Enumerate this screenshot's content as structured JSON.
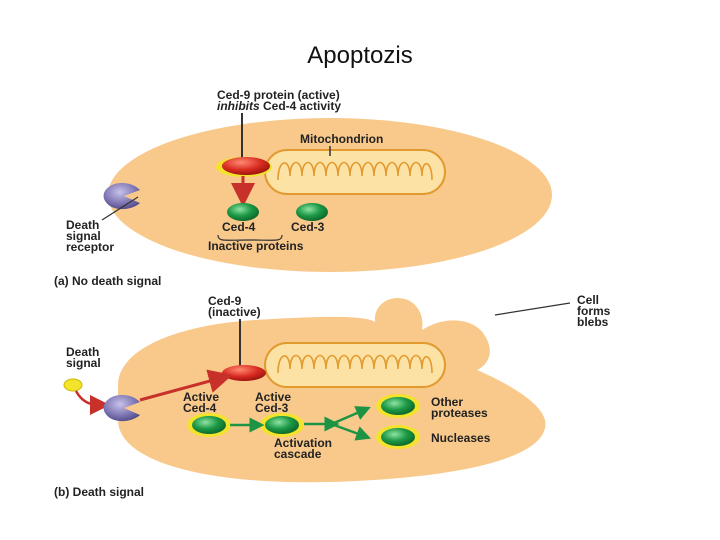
{
  "slide": {
    "title": "Apoptozis"
  },
  "panel_a": {
    "caption": "(a) No death signal",
    "ced9_line1": "Ced-9 protein (active)",
    "ced9_line2_italic": "inhibits",
    "ced9_line2_rest": " Ced-4 activity",
    "mitochondrion": "Mitochondrion",
    "receptor_line1": "Death",
    "receptor_line2": "signal",
    "receptor_line3": "receptor",
    "ced4": "Ced-4",
    "ced3": "Ced-3",
    "inactive": "Inactive proteins"
  },
  "panel_b": {
    "caption": "(b) Death signal",
    "ced9_line1": "Ced-9",
    "ced9_line2": "(inactive)",
    "blebs_line1": "Cell",
    "blebs_line2": "forms",
    "blebs_line3": "blebs",
    "signal_line1": "Death",
    "signal_line2": "signal",
    "active_ced4_line1": "Active",
    "active_ced4_line2": "Ced-4",
    "active_ced3_line1": "Active",
    "active_ced3_line2": "Ced-3",
    "cascade_line1": "Activation",
    "cascade_line2": "cascade",
    "other_line1": "Other",
    "other_line2": "proteases",
    "nucleases": "Nucleases"
  },
  "colors": {
    "cell_fill": "#f9c98c",
    "mito_fill": "#fde2a6",
    "mito_stroke": "#e19a2e",
    "protein_green": "#1e9a47",
    "ced9_red": "#d92b20",
    "receptor_purple": "#8078b4",
    "signal_yellow": "#f4e32c",
    "arrow_red": "#c8302a",
    "arrow_green": "#1c9444"
  }
}
